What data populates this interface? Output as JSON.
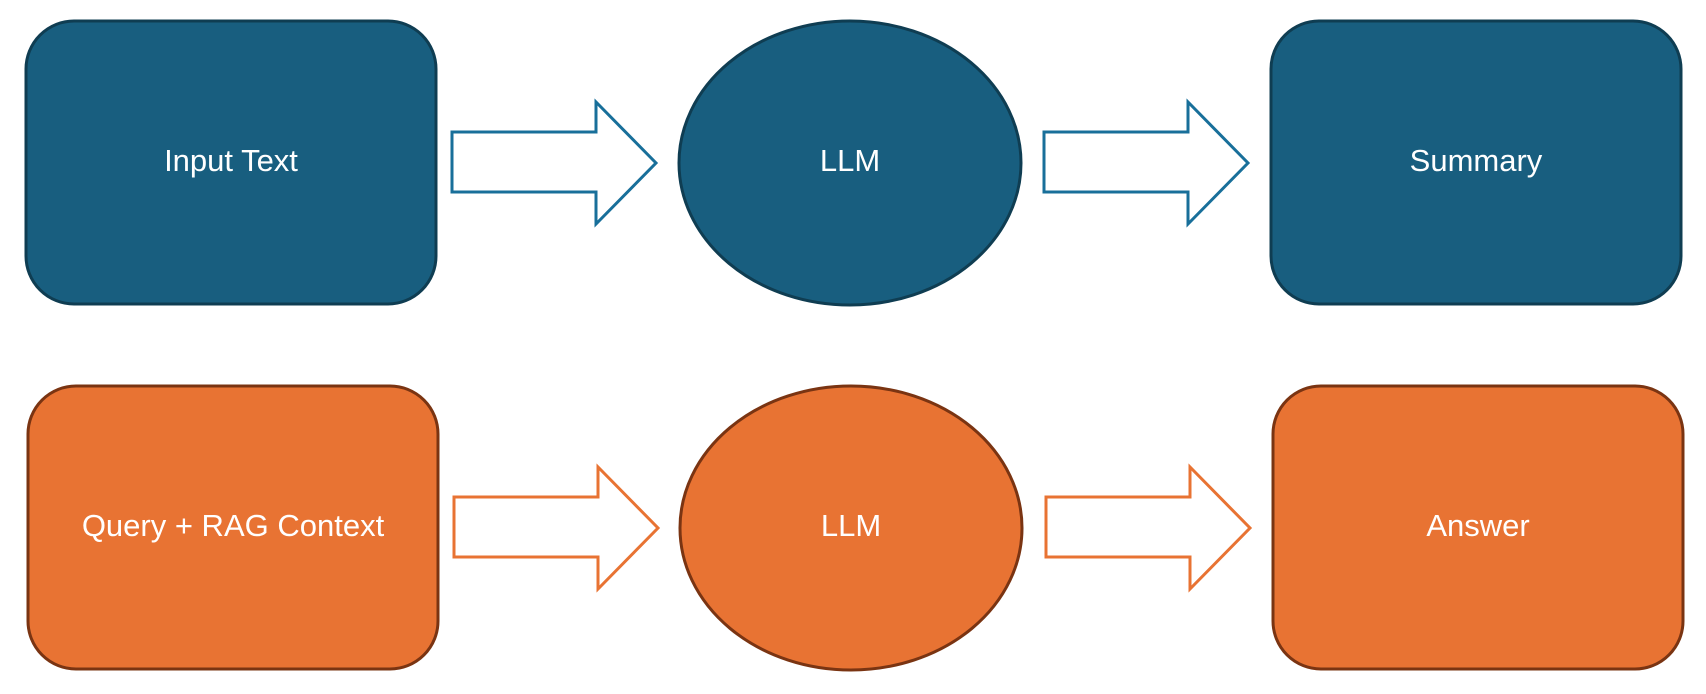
{
  "colors": {
    "blue_fill": "#185E7F",
    "blue_stroke": "#0F3D52",
    "blue_arrow": "#186F9A",
    "orange_fill": "#E87333",
    "orange_stroke": "#7A3412",
    "orange_arrow": "#E87333"
  },
  "flows": [
    {
      "input": "Input Text",
      "model": "LLM",
      "output": "Summary"
    },
    {
      "input": "Query + RAG Context",
      "model": "LLM",
      "output": "Answer"
    }
  ]
}
